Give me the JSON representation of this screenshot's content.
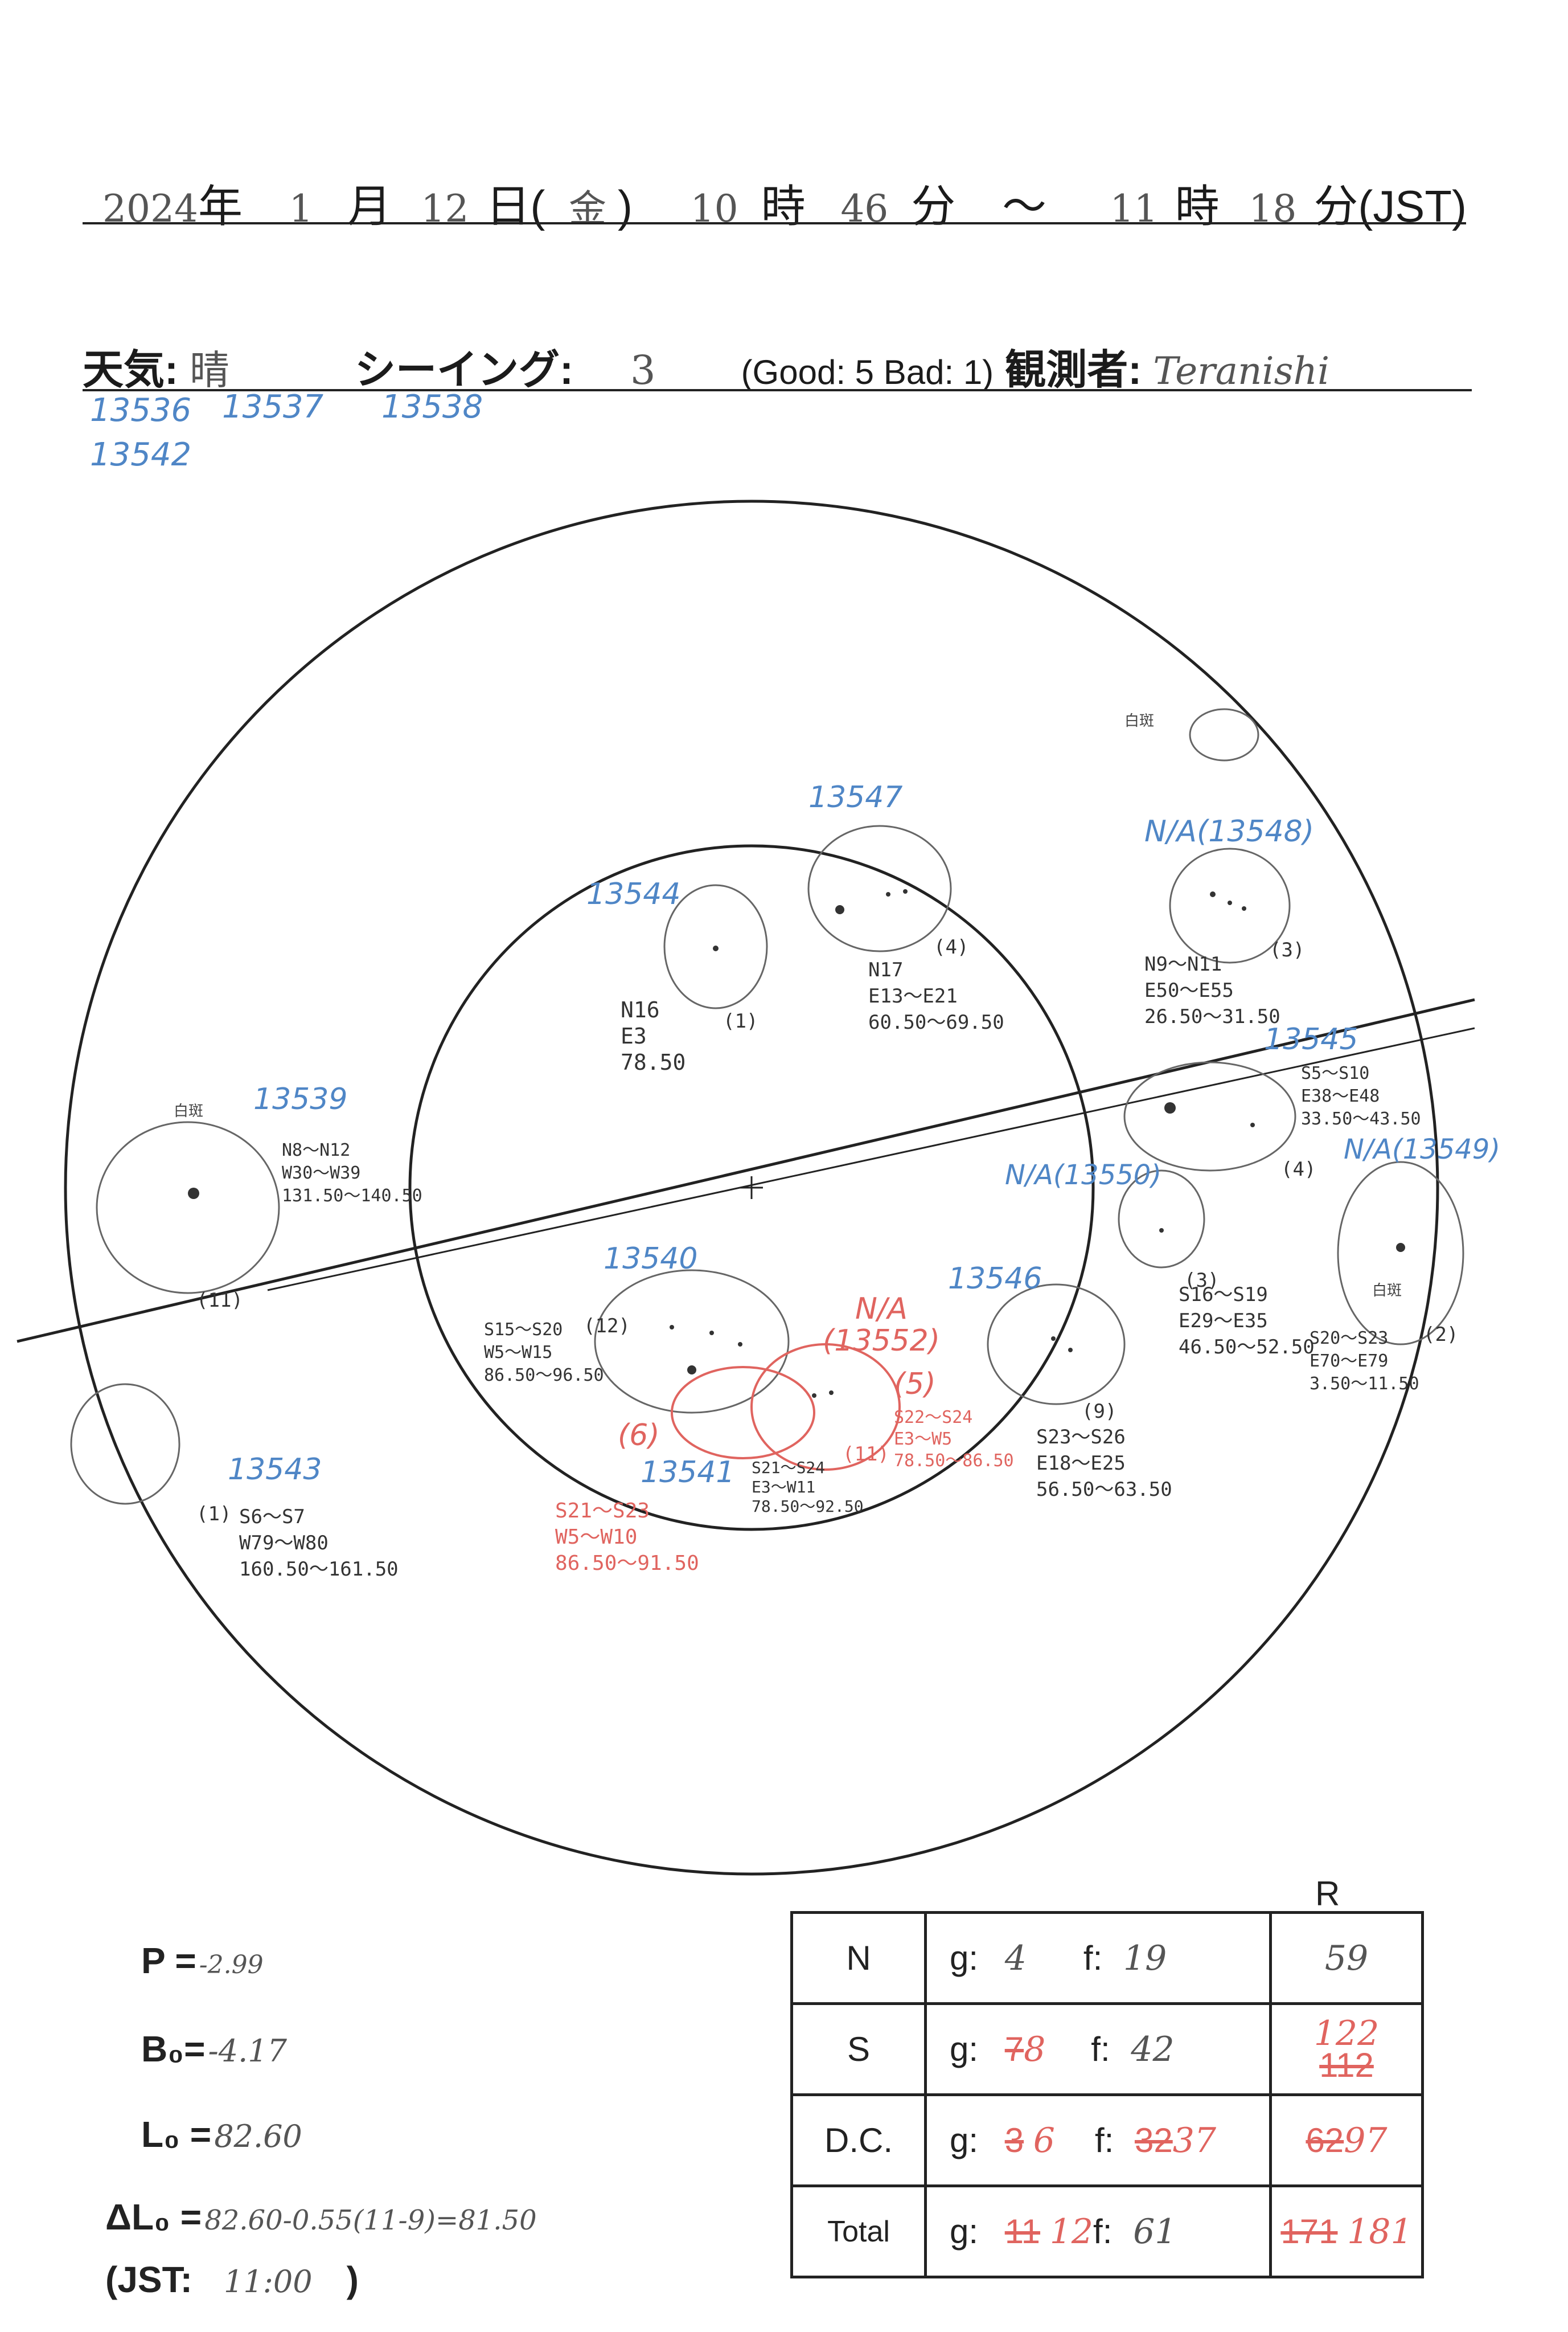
{
  "header": {
    "year": "2024",
    "year_unit": "年",
    "month": "1",
    "month_unit": "月",
    "day": "12",
    "day_unit": "日(",
    "weekday": "金",
    "weekday_close": ")",
    "start_hour": "10",
    "hour_unit": "時",
    "start_min": "46",
    "min_unit": "分",
    "tilde": "〜",
    "end_hour": "11",
    "end_min": "18",
    "end_min_unit": "分(JST)"
  },
  "conditions": {
    "weather_label": "天気:",
    "weather": "晴",
    "seeing_label": "シーイング:",
    "seeing": "3",
    "scale": "(Good: 5  Bad: 1)",
    "observer_label": "観測者:",
    "observer": "Teranishi"
  },
  "top_regions": [
    "13536",
    "13537",
    "13538",
    "13542"
  ],
  "regions": [
    {
      "id": "13547",
      "count": "(4)",
      "lines": [
        "N17",
        "E13〜E21",
        "60.50〜69.50"
      ]
    },
    {
      "id": "13544",
      "count": "(1)",
      "lines": [
        "N16",
        "E3",
        "78.50"
      ]
    },
    {
      "id": "N/A(13548)",
      "count": "(3)",
      "lines": [
        "N9〜N11",
        "E50〜E55",
        "26.50〜31.50"
      ]
    },
    {
      "id": "13545",
      "count": "(4)",
      "lines": [
        "S5〜S10",
        "E38〜E48",
        "33.50〜43.50"
      ]
    },
    {
      "id": "13539",
      "count": "(11)",
      "lines": [
        "N8〜N12",
        "W30〜W39",
        "131.50〜140.50"
      ]
    },
    {
      "id": "N/A(13549)",
      "count": "(2)",
      "lines": [
        "S20〜S23",
        "E70〜E79",
        "3.50〜11.50"
      ]
    },
    {
      "id": "N/A(13550)",
      "count": "(3)",
      "lines": [
        "S16〜S19",
        "E29〜E35",
        "46.50〜52.50"
      ]
    },
    {
      "id": "13540",
      "count": "(12)",
      "lines": [
        "S15〜S20",
        "W5〜W15",
        "86.50〜96.50"
      ]
    },
    {
      "id": "13546",
      "count": "(9)",
      "lines": [
        "S23〜S26",
        "E18〜E25",
        "56.50〜63.50"
      ]
    },
    {
      "id": "13541",
      "count": "(11)",
      "lines": [
        "S21〜S24",
        "E3〜W11",
        "78.50〜92.50"
      ]
    },
    {
      "id": "13543",
      "count": "(1)",
      "lines": [
        "S6〜S7",
        "W79〜W80",
        "160.50〜161.50"
      ]
    }
  ],
  "corrections": {
    "na_13552": "N/A\n(13552)",
    "count5": "(5)",
    "count5_lines": [
      "S22〜S24",
      "E3〜W5",
      "78.50〜86.50"
    ],
    "count6": "(6)",
    "count6_lines": [
      "S21〜S23",
      "W5〜W10",
      "86.50〜91.50"
    ]
  },
  "annotations": {
    "plage1": "白斑",
    "plage2": "白斑",
    "plage3": "白斑"
  },
  "params": {
    "p_label": "P =",
    "p": "-2.99",
    "b_label": "B₀=",
    "b": "-4.17",
    "l_label": "L₀ =",
    "l": "82.60",
    "dl_label": "ΔL₀ =",
    "dl": "82.60-0.55(11-9)=81.50",
    "jst_label": "(JST:",
    "jst": "11:00",
    "jst_close": ")"
  },
  "summary": {
    "r_header": "R",
    "g_label": "g:",
    "f_label": "f:",
    "rows": [
      {
        "label": "N",
        "g": "4",
        "f": "19",
        "r": "59"
      },
      {
        "label": "S",
        "g_old": "7",
        "g": "8",
        "f": "42",
        "r_new": "122",
        "r_old": "112"
      },
      {
        "label": "D.C.",
        "g_old": "3",
        "g": "6",
        "f_old": "32",
        "f": "37",
        "r_old": "62",
        "r": "97"
      },
      {
        "label": "Total",
        "g_old": "11",
        "g": "12",
        "f": "61",
        "r_old": "171",
        "r": "181"
      }
    ]
  },
  "colors": {
    "ink": "#222222",
    "blue": "#4f86c6",
    "red": "#e0645f",
    "pencil": "#555555"
  }
}
